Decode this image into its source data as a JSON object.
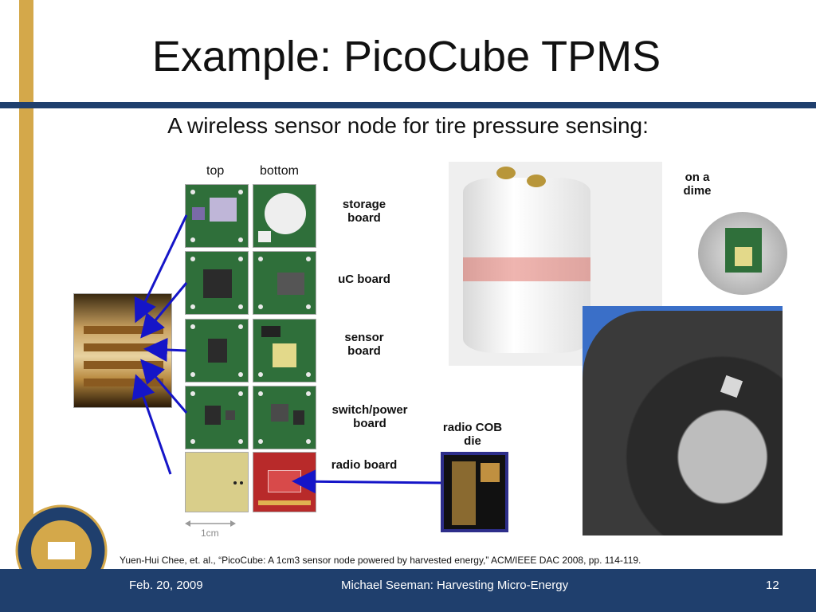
{
  "slide": {
    "title": "Example: PicoCube TPMS",
    "subtitle": "A wireless sensor node for tire pressure sensing:",
    "columns": {
      "top": "top",
      "bottom": "bottom"
    },
    "boards": [
      {
        "label": "storage board"
      },
      {
        "label": "uC board"
      },
      {
        "label": "sensor board"
      },
      {
        "label": "switch/power board"
      },
      {
        "label": "radio board"
      }
    ],
    "scale_label": "1cm",
    "dime_label": "on a dime",
    "radio_die_label": "radio COB die",
    "citation": "Yuen-Hui Chee, et. al., “PicoCube: A 1cm3 sensor node powered by harvested energy,” ACM/IEEE DAC 2008, pp. 114-119.",
    "colors": {
      "accent_gold": "#d4a84a",
      "navy": "#1f3f6d",
      "arrow_blue": "#1515c8"
    }
  },
  "footer": {
    "date": "Feb. 20, 2009",
    "author_title": "Michael Seeman: Harvesting Micro-Energy",
    "page_number": "12"
  }
}
